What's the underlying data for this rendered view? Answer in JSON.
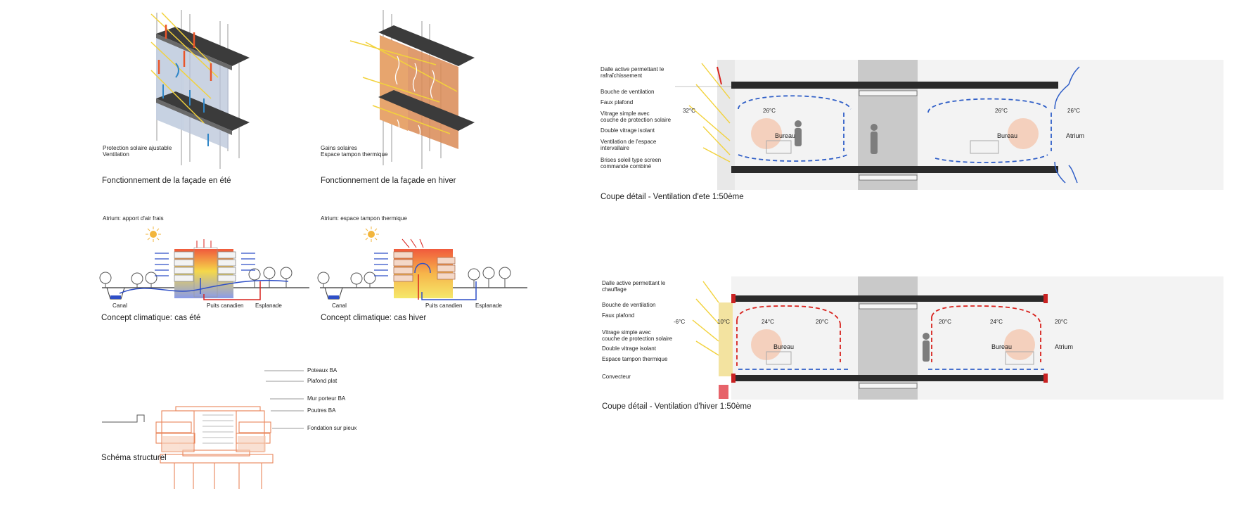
{
  "captions": {
    "facade_ete": "Fonctionnement de la façade en été",
    "facade_hiver": "Fonctionnement de la façade en hiver",
    "concept_ete": "Concept climatique: cas été",
    "concept_hiver": "Concept climatique: cas hiver",
    "structure": "Schéma structurel",
    "coupe_ete": "Coupe détail - Ventilation d'ete 1:50ème",
    "coupe_hiver": "Coupe détail - Ventilation d'hiver 1:50ème"
  },
  "facade_ete": {
    "line1": "Protection solaire ajustable",
    "line2": "Ventilation"
  },
  "facade_hiver": {
    "line1": "Gains solaires",
    "line2": "Espace tampon thermique"
  },
  "concept_ete": {
    "atrium": "Atrium: apport d'air frais",
    "canal": "Canal",
    "puits": "Puits canadien",
    "esplanade": "Esplanade"
  },
  "concept_hiver": {
    "atrium": "Atrium: espace tampon thermique",
    "canal": "Canal",
    "puits": "Puits canadien",
    "esplanade": "Esplanade"
  },
  "structure_labels": [
    "Poteaux BA",
    "Plafond plat",
    "Mur porteur BA",
    "Poutres BA",
    "Fondation sur pieux"
  ],
  "coupe_ete": {
    "labels": [
      "Dalle  active permettant le",
      "rafraîchissement",
      "Bouche de ventilation",
      "Faux plafond",
      "Vitrage simple avec",
      "couche  de protection solaire",
      "Double vitrage isolant",
      "Ventilation de l'espace",
      "intervallaire",
      "Brises soleil type screen",
      "commande combiné"
    ],
    "t_out": "32°C",
    "t_left": "26°C",
    "t_right": "26°C",
    "t_atrium": "26°C",
    "room_left": "Bureau",
    "room_right": "Bureau",
    "atrium": "Atrium"
  },
  "coupe_hiver": {
    "labels": [
      "Dalle  active permettant le",
      "chauffage",
      "Bouche de ventilation",
      "Faux plafond",
      "Vitrage simple avec",
      "couche  de protection solaire",
      "Double vitrage isolant",
      "Espace tampon thermique",
      "Convecteur"
    ],
    "t_out": "-6°C",
    "t_buffer": "10°C",
    "t_left": "24°C",
    "t_mid1": "20°C",
    "t_mid2": "20°C",
    "t_right": "24°C",
    "t_atrium": "20°C",
    "room_left": "Bureau",
    "room_right": "Bureau",
    "atrium": "Atrium"
  },
  "colors": {
    "orange": "#e9855a",
    "blue": "#2f4fc7",
    "red": "#d8231e",
    "yellow": "#f2d23c",
    "grey": "#7d7d7d"
  }
}
